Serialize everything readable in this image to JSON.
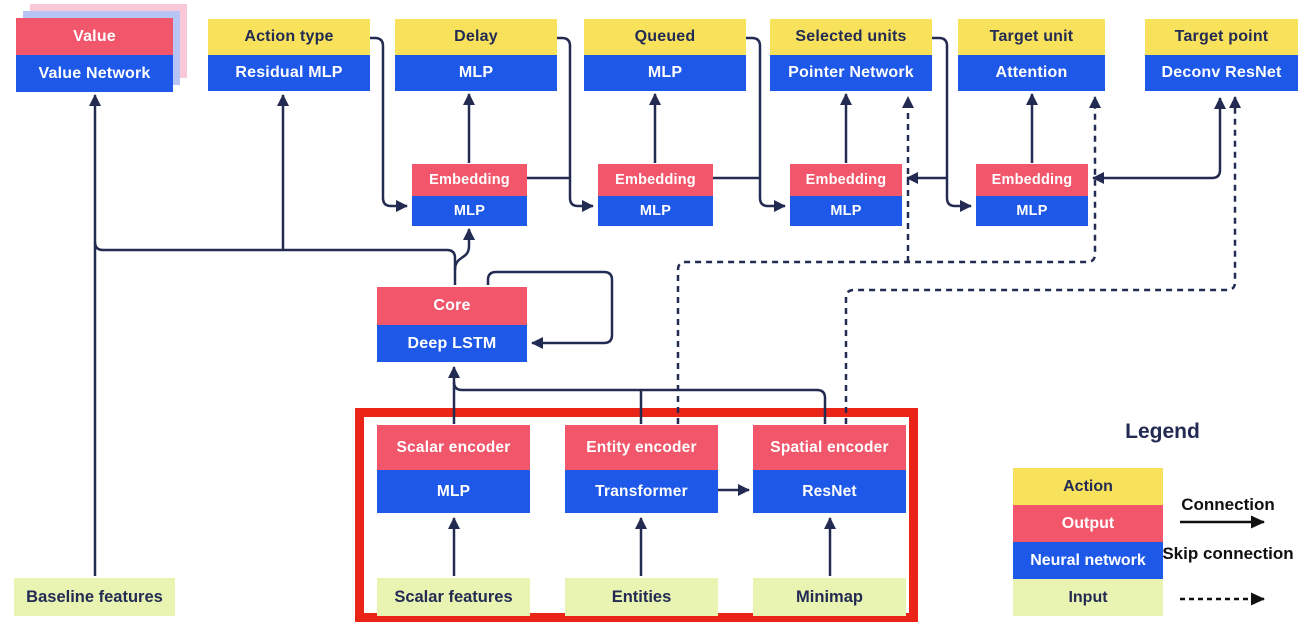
{
  "colors": {
    "action": "#F8E25B",
    "output": "#F2566B",
    "network": "#1D58E8",
    "input": "#E9F4B3",
    "line": "#232B53",
    "highlight": "#EA2517",
    "ghost_pink": "#F8C8D8",
    "ghost_blue": "#B6C5F4"
  },
  "value_head": {
    "output": "Value",
    "network": "Value Network"
  },
  "action_heads": [
    {
      "action": "Action type",
      "network": "Residual MLP"
    },
    {
      "action": "Delay",
      "network": "MLP"
    },
    {
      "action": "Queued",
      "network": "MLP"
    },
    {
      "action": "Selected units",
      "network": "Pointer Network"
    },
    {
      "action": "Target unit",
      "network": "Attention"
    },
    {
      "action": "Target point",
      "network": "Deconv ResNet"
    }
  ],
  "embeddings": [
    {
      "label": "Embedding",
      "network": "MLP"
    },
    {
      "label": "Embedding",
      "network": "MLP"
    },
    {
      "label": "Embedding",
      "network": "MLP"
    },
    {
      "label": "Embedding",
      "network": "MLP"
    }
  ],
  "core": {
    "output": "Core",
    "network": "Deep LSTM"
  },
  "encoders": [
    {
      "label": "Scalar encoder",
      "network": "MLP"
    },
    {
      "label": "Entity encoder",
      "network": "Transformer"
    },
    {
      "label": "Spatial encoder",
      "network": "ResNet"
    }
  ],
  "inputs": {
    "baseline": "Baseline features",
    "scalar": "Scalar features",
    "entities": "Entities",
    "minimap": "Minimap"
  },
  "legend": {
    "title": "Legend",
    "items": [
      {
        "label": "Action",
        "type": "action"
      },
      {
        "label": "Output",
        "type": "output"
      },
      {
        "label": "Neural network",
        "type": "network"
      },
      {
        "label": "Input",
        "type": "input"
      }
    ],
    "connection": "Connection",
    "skip_connection": "Skip connection"
  }
}
